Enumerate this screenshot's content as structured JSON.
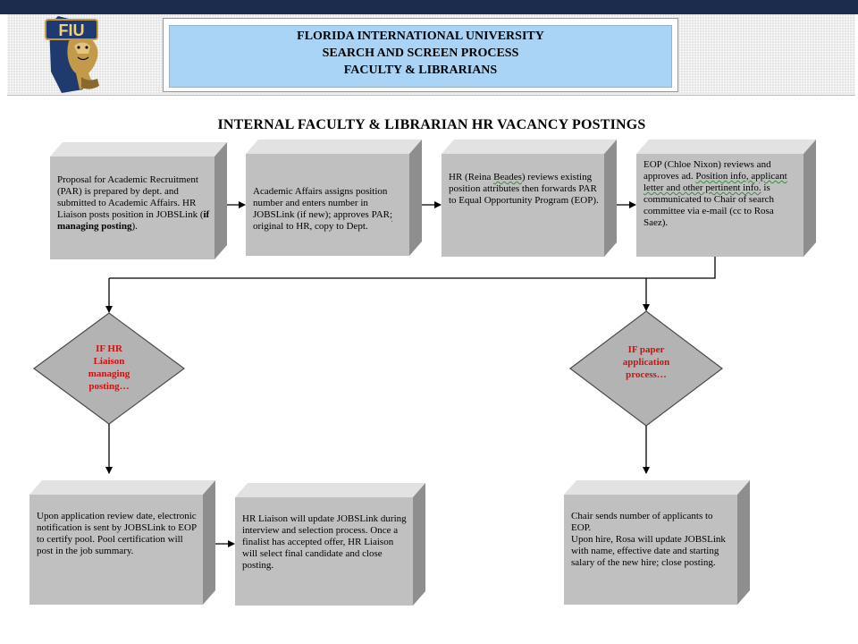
{
  "header": {
    "logo_text": "FIU",
    "title_lines": [
      "FLORIDA INTERNATIONAL UNIVERSITY",
      "SEARCH AND SCREEN PROCESS",
      "FACULTY & LIBRARIANS"
    ]
  },
  "page_title": "INTERNAL FACULTY & LIBRARIAN HR VACANCY POSTINGS",
  "steps": {
    "s1": {
      "pre": "Proposal for Academic Recruitment (PAR) is prepared by dept. and submitted to Academic Affairs.  HR Liaison posts position in JOBSLink (",
      "bold": "if managing posting",
      "post": ")."
    },
    "s2": {
      "pre": "Academic Affairs assigns position number and enters number in JOBSLink (if new); approves PAR",
      "wavy": ";",
      "post": " original to HR, copy to Dept."
    },
    "s3": {
      "pre": "HR (Reina ",
      "wavy": "Beades",
      "post": ") reviews existing position attributes then forwards PAR to Equal Opportunity Program (EOP)."
    },
    "s4": {
      "pre": "EOP (Chloe Nixon) reviews and approves ad.  ",
      "wavy": "Position info, applicant letter and other pertinent info.",
      "post": " is communicated to Chair of search committee via e-mail (cc to Rosa Saez)."
    },
    "s5": {
      "text": "Upon application review date, electronic notification is sent by JOBSLink to EOP to certify pool.  Pool certification will post in the job summary."
    },
    "s6": {
      "text": "HR Liaison will update JOBSLink during interview and selection process.  Once a finalist has accepted offer, HR Liaison will select final candidate and close posting."
    },
    "s7": {
      "line1": "Chair sends number of applicants to EOP.",
      "line2": "Upon hire, Rosa will update JOBSLink with name, effective date and starting salary of the new hire; close posting."
    }
  },
  "decisions": {
    "d1": "IF HR Liaison managing posting…",
    "d2": "IF paper application process…"
  },
  "colors": {
    "box_front": "#c0c0c0",
    "box_top": "#e2e2e2",
    "box_side": "#8e8e8e",
    "decision_text": "#cc1111",
    "title_fill": "#a9d4f5",
    "top_bar": "#1a2b4c"
  }
}
